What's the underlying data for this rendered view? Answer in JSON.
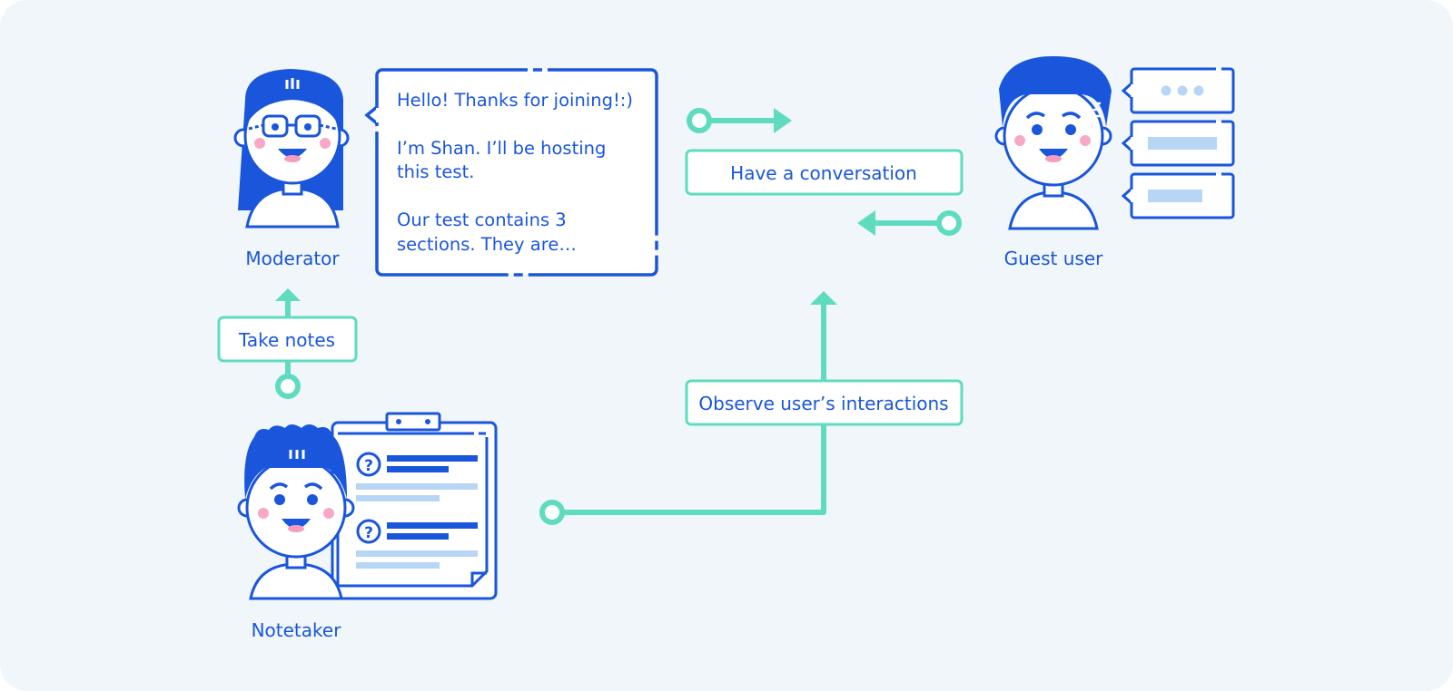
{
  "colors": {
    "background": "#f0f6fa",
    "primary_blue": "#1a56db",
    "light_blue": "#b7d6f5",
    "teal": "#5fdcc0",
    "blush": "#f7a8c7",
    "tongue": "#f59cbf"
  },
  "characters": {
    "moderator": {
      "label": "Moderator"
    },
    "guest": {
      "label": "Guest user"
    },
    "notetaker": {
      "label": "Notetaker"
    }
  },
  "speech_bubble": {
    "line1": "Hello! Thanks for joining!:)",
    "line2": "I’m Shan. I’ll be hosting",
    "line3": "this test.",
    "line4": "Our test contains 3",
    "line5": "sections. They are…"
  },
  "actions": {
    "conversation": "Have a conversation",
    "notes": "Take notes",
    "observe": "Observe user’s interactions"
  },
  "icons": {
    "chat_typing": "typing-dots-icon",
    "question": "question-mark-icon",
    "clipboard": "clipboard-icon"
  }
}
